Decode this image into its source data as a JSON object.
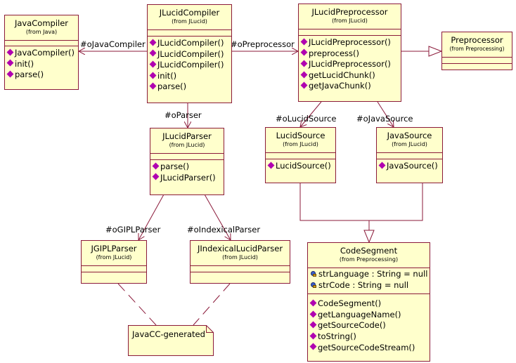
{
  "classes": {
    "javacompiler": {
      "name": "JavaCompiler",
      "from": "(from Java)",
      "operations": [
        "JavaCompiler()",
        "init()",
        "parse()"
      ]
    },
    "jlucidcompiler": {
      "name": "JLucidCompiler",
      "from": "(from JLucid)",
      "operations": [
        "JLucidCompiler()",
        "JLucidCompiler()",
        "JLucidCompiler()",
        "init()",
        "parse()"
      ]
    },
    "jlucidpreprocessor": {
      "name": "JLucidPreprocessor",
      "from": "(from JLucid)",
      "operations": [
        "JLucidPreprocessor()",
        "preprocess()",
        "JLucidPreprocessor()",
        "getLucidChunk()",
        "getJavaChunk()"
      ]
    },
    "preprocessor": {
      "name": "Preprocessor",
      "from": "(from Preprocessing)",
      "operations": []
    },
    "jlucidparser": {
      "name": "JLucidParser",
      "from": "(from JLucid)",
      "operations": [
        "parse()",
        "JLucidParser()"
      ]
    },
    "lucidsource": {
      "name": "LucidSource",
      "from": "(from JLucid)",
      "operations": [
        "LucidSource()"
      ]
    },
    "javasource": {
      "name": "JavaSource",
      "from": "(from JLucid)",
      "operations": [
        "JavaSource()"
      ]
    },
    "jgiplparser": {
      "name": "JGIPLParser",
      "from": "(from JLucid)",
      "operations": []
    },
    "jindexical": {
      "name": "JIndexicalLucidParser",
      "from": "(from JLucid)",
      "operations": []
    },
    "codesegment": {
      "name": "CodeSegment",
      "from": "(from Preprocessing)",
      "attributes": [
        "strLanguage : String = null",
        "strCode : String = null"
      ],
      "operations": [
        "CodeSegment()",
        "getLanguageName()",
        "getSourceCode()",
        "toString()",
        "getSourceCodeStream()"
      ]
    }
  },
  "labels": {
    "ojavacompiler": "#oJavaCompiler",
    "opreprocessor": "#oPreprocessor",
    "oparser": "#oParser",
    "olucidsource": "#oLucidSource",
    "ojavasource": "#oJavaSource",
    "ogiplparser": "#oGIPLParser",
    "oindexicalparser": "#oIndexicalParser"
  },
  "note": {
    "text": "JavaCC-generated"
  },
  "colors": {
    "fill": "#ffffcc",
    "border": "#8b1a3a",
    "method_icon": "#b000b0"
  },
  "icons": {
    "method": "method-diamond-icon",
    "attribute": "attribute-key-icon"
  }
}
